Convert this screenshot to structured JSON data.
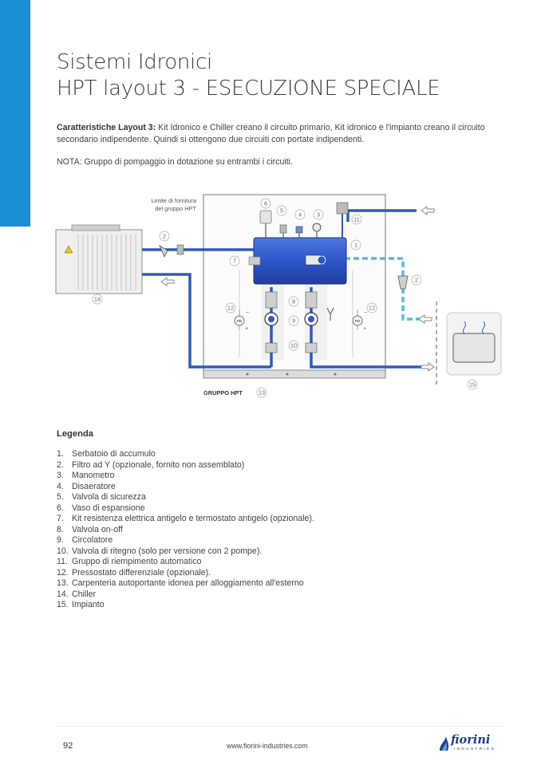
{
  "title": {
    "line1": "Sistemi Idronici",
    "line2": "HPT layout 3 - ESECUZIONE SPECIALE"
  },
  "description": {
    "label": "Caratteristiche Layout 3:",
    "text": " Kit Idronico e Chiller creano il circuito primario, Kit idronico e l'impianto creano il circuito secondario indipendente. Quindi si ottengono due circuiti con portate indipendenti."
  },
  "note": "NOTA: Gruppo di pompaggio in dotazione su entrambi i circuiti.",
  "diagram": {
    "supply_limit_line1": "Limite di fornitura",
    "supply_limit_line2": "del gruppo HPT",
    "group_label": "GRUPPO HPT",
    "pd_label": "PD",
    "callouts": [
      "1",
      "2",
      "3",
      "4",
      "5",
      "6",
      "7",
      "8",
      "9",
      "10",
      "11",
      "12",
      "13",
      "14",
      "15"
    ],
    "colors": {
      "pipe": "#2f5bb8",
      "pipe_dashed": "#59b6ea",
      "tank": "#2e55c9",
      "frame": "#888888",
      "arrow": "#8a8a8a"
    }
  },
  "legend": {
    "title": "Legenda",
    "items": [
      {
        "num": "1.",
        "text": "Serbatoio di accumulo"
      },
      {
        "num": "2.",
        "text": "Filtro ad Y (opzionale, fornito non assemblato)"
      },
      {
        "num": "3.",
        "text": "Manometro"
      },
      {
        "num": "4.",
        "text": "Disaeratore"
      },
      {
        "num": "5.",
        "text": "Valvola di sicurezza"
      },
      {
        "num": "6.",
        "text": "Vaso di espansione"
      },
      {
        "num": "7.",
        "text": "Kit resistenza elettrica antigelo e termostato antigelo (opzionale)."
      },
      {
        "num": "8.",
        "text": "Valvola on-off"
      },
      {
        "num": "9.",
        "text": "Circolatore"
      },
      {
        "num": "10.",
        "text": "Valvola di ritegno (solo per versione con 2 pompe)."
      },
      {
        "num": "11.",
        "text": "Gruppo di riempimento automatico"
      },
      {
        "num": "12.",
        "text": "Pressostato differenziale (opzionale)."
      },
      {
        "num": "13.",
        "text": "Carpenteria autoportante idonea per alloggiamento all'esterno"
      },
      {
        "num": "14.",
        "text": "Chiller"
      },
      {
        "num": "15.",
        "text": "Impianto"
      }
    ]
  },
  "footer": {
    "page_number": "92",
    "url": "www.fiorini-industries.com",
    "logo_word": "fiorini",
    "logo_sub": "INDUSTRIES"
  }
}
